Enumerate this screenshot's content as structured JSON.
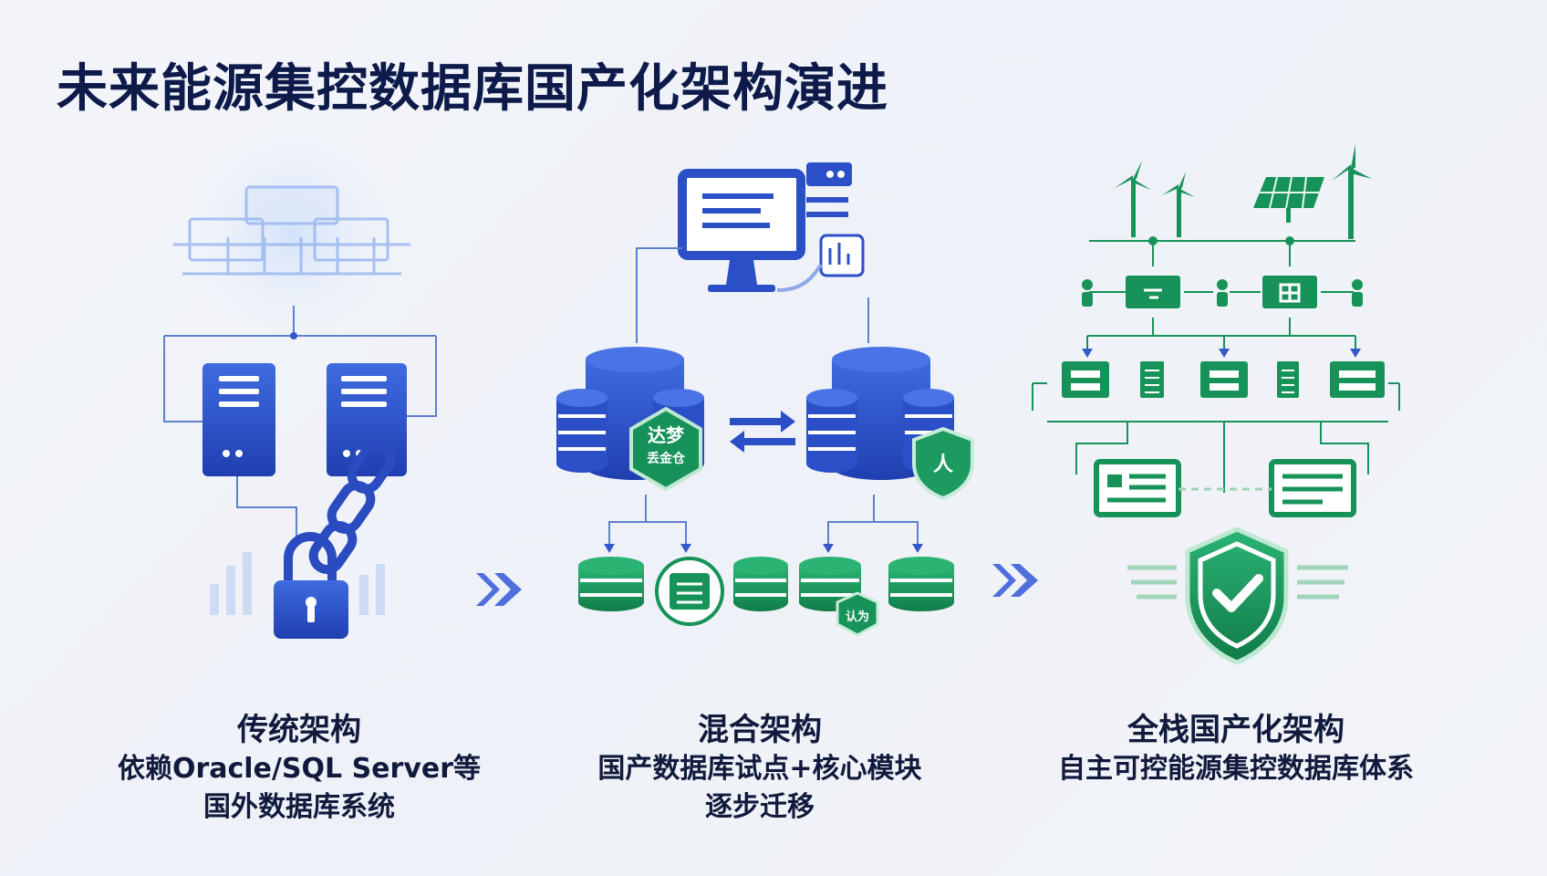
{
  "title": "未来能源集控数据库国产化架构演进",
  "colors": {
    "blue": "#2b4fc7",
    "green": "#17935a",
    "title": "#0d1a4a"
  },
  "stages": [
    {
      "heading": "传统架构",
      "lines": [
        "依赖Oracle/SQL Server等",
        "国外数据库系统"
      ]
    },
    {
      "heading": "混合架构",
      "lines": [
        "国产数据库试点+核心模块",
        "逐步迁移"
      ]
    },
    {
      "heading": "全栈国产化架构",
      "lines": [
        "自主可控能源集控数据库体系"
      ]
    }
  ],
  "badges": {
    "dameng_top": "达梦",
    "dameng_bottom": "丢金仓",
    "shield_glyph": "人",
    "small_badge": "认为"
  }
}
